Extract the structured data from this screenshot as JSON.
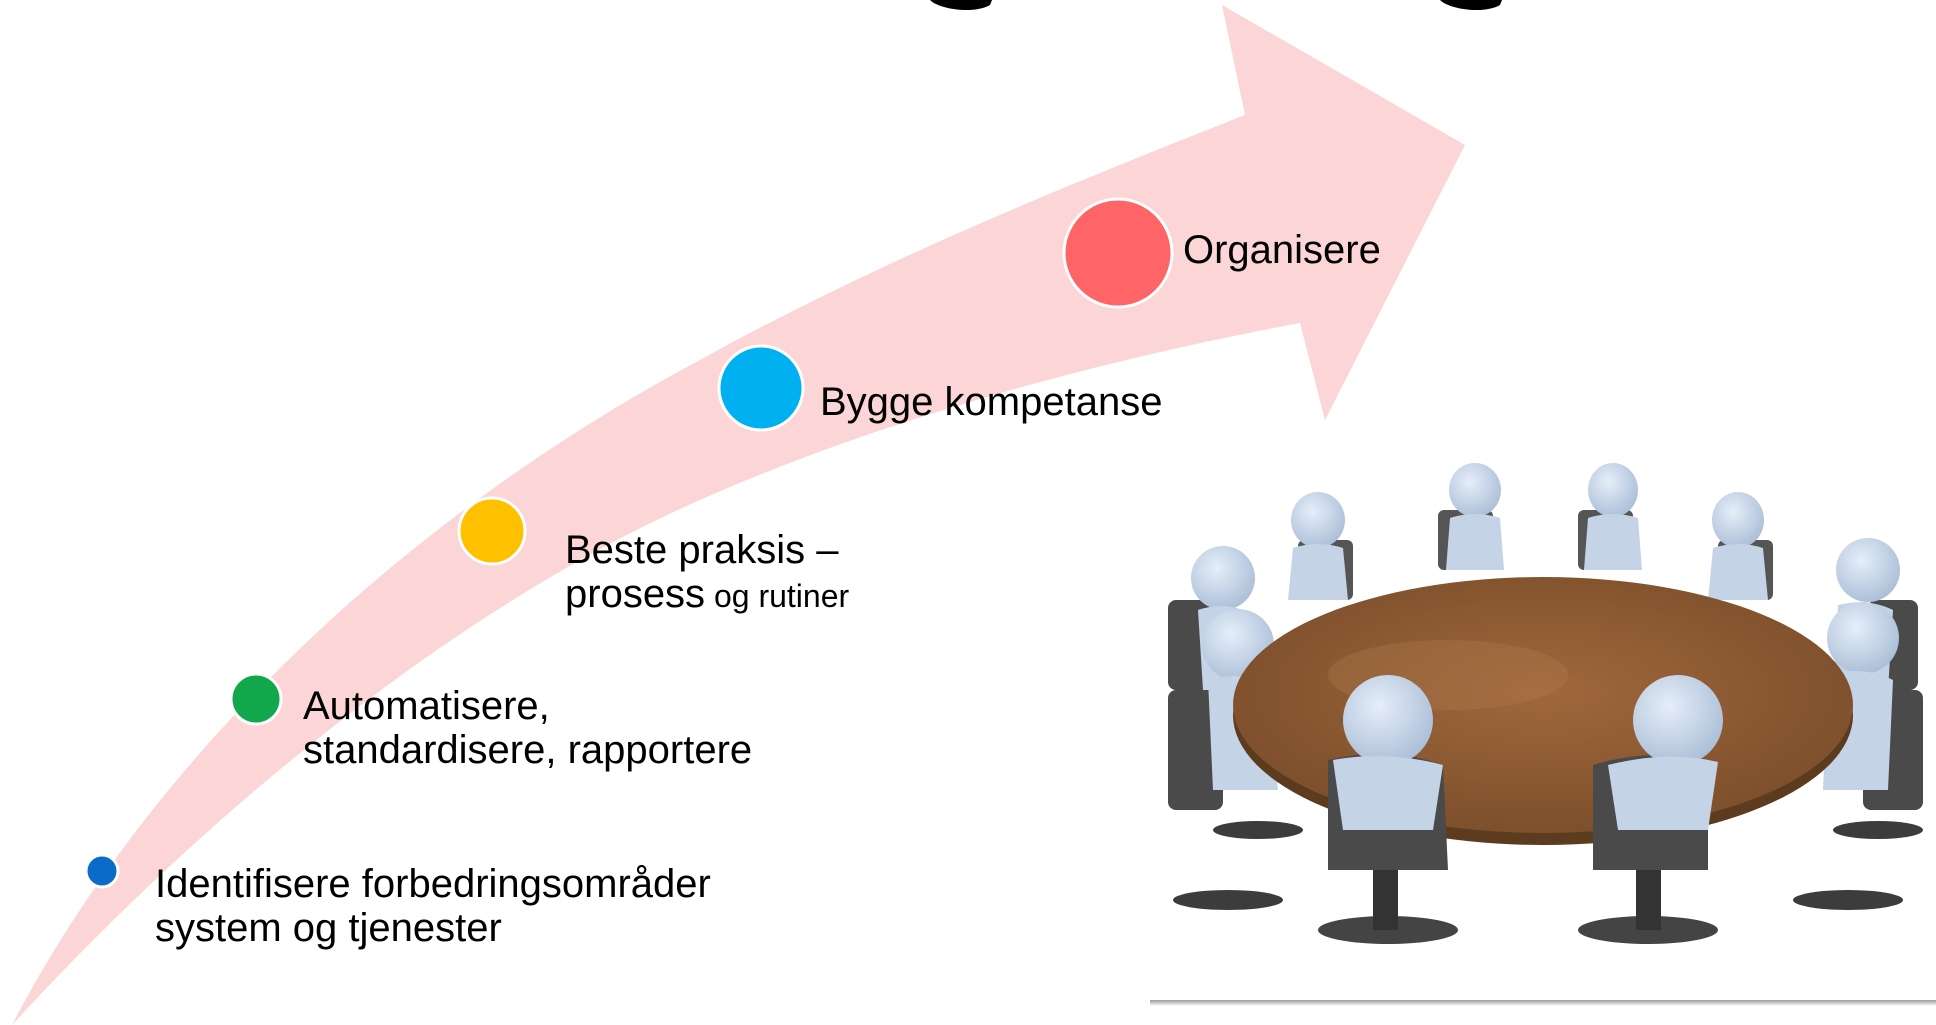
{
  "diagram": {
    "arrow_color": "#fcd5d6",
    "steps": [
      {
        "id": "identifisere",
        "dot_color": "#0a6cc8",
        "lines": [
          "Identifisere forbedringsområder",
          "system og tjenester"
        ]
      },
      {
        "id": "automatisere",
        "dot_color": "#11a84b",
        "lines": [
          "Automatisere,",
          "standardisere, rapportere"
        ]
      },
      {
        "id": "beste-praksis",
        "dot_color": "#ffc000",
        "line1": "Beste praksis –",
        "line2_main": "prosess",
        "line2_small": " og rutiner"
      },
      {
        "id": "bygge",
        "dot_color": "#00b0f0",
        "lines": [
          "Bygge kompetanse"
        ]
      },
      {
        "id": "organisere",
        "dot_color": "#ff6566",
        "lines": [
          "Organisere"
        ]
      }
    ]
  },
  "picture": {
    "subject": "people-around-round-table",
    "table_color": "#8b5a33",
    "figure_color": "#c5d3e6",
    "chair_color": "#4a4a4a"
  }
}
